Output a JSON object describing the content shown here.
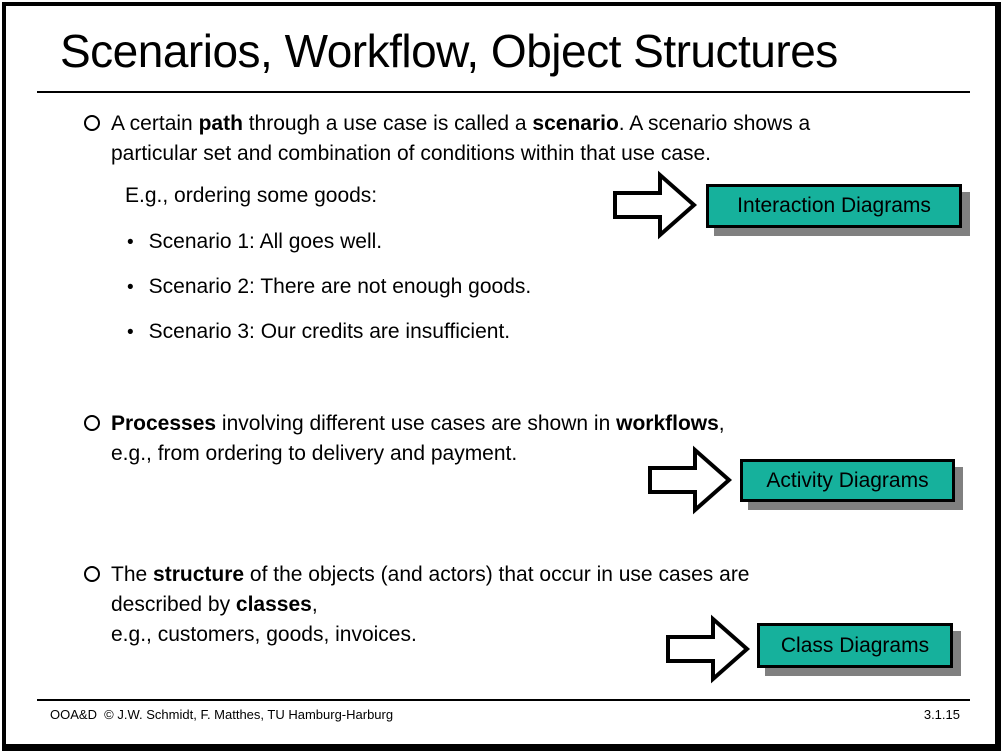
{
  "slide": {
    "title": "Scenarios, Workflow, Object Structures",
    "colors": {
      "box_fill": "#16b19c",
      "box_shadow": "#808080",
      "border": "#000000",
      "background": "#ffffff"
    },
    "footer": {
      "left": "OOA&D  © J.W. Schmidt, F. Matthes, TU Hamburg-Harburg",
      "right": "3.1.15"
    }
  },
  "icons": {
    "bullet": "○",
    "sub_bullet": "•",
    "arrow": "block-arrow-right"
  },
  "bullets": [
    {
      "lines": [
        [
          {
            "t": "A certain "
          },
          {
            "t": "path",
            "b": 1
          },
          {
            "t": " through a use case is called a "
          },
          {
            "t": "scenario",
            "b": 1
          },
          {
            "t": ". A scenario shows a"
          }
        ],
        [
          {
            "t": "particular set and combination of conditions within that use case."
          }
        ]
      ]
    },
    {
      "lines": [
        [
          {
            "t": "Processes",
            "b": 1
          },
          {
            "t": " involving different use cases are shown in "
          },
          {
            "t": "workflows",
            "b": 1
          },
          {
            "t": ","
          }
        ],
        [
          {
            "t": "e.g., from ordering to delivery and payment."
          }
        ]
      ]
    },
    {
      "lines": [
        [
          {
            "t": "The "
          },
          {
            "t": "structure",
            "b": 1
          },
          {
            "t": " of the objects (and actors) that occur in use cases are"
          }
        ],
        [
          {
            "t": "described by "
          },
          {
            "t": "classes",
            "b": 1
          },
          {
            "t": ","
          }
        ],
        [
          {
            "t": "e.g., customers, goods, invoices."
          }
        ]
      ]
    }
  ],
  "example": {
    "label": "E.g., ordering some goods:",
    "items": [
      "Scenario 1: All goes well.",
      "Scenario 2: There are not enough goods.",
      "Scenario 3: Our credits are insufficient."
    ]
  },
  "callouts": [
    {
      "label": "Interaction Diagrams"
    },
    {
      "label": "Activity Diagrams"
    },
    {
      "label": "Class Diagrams"
    }
  ]
}
